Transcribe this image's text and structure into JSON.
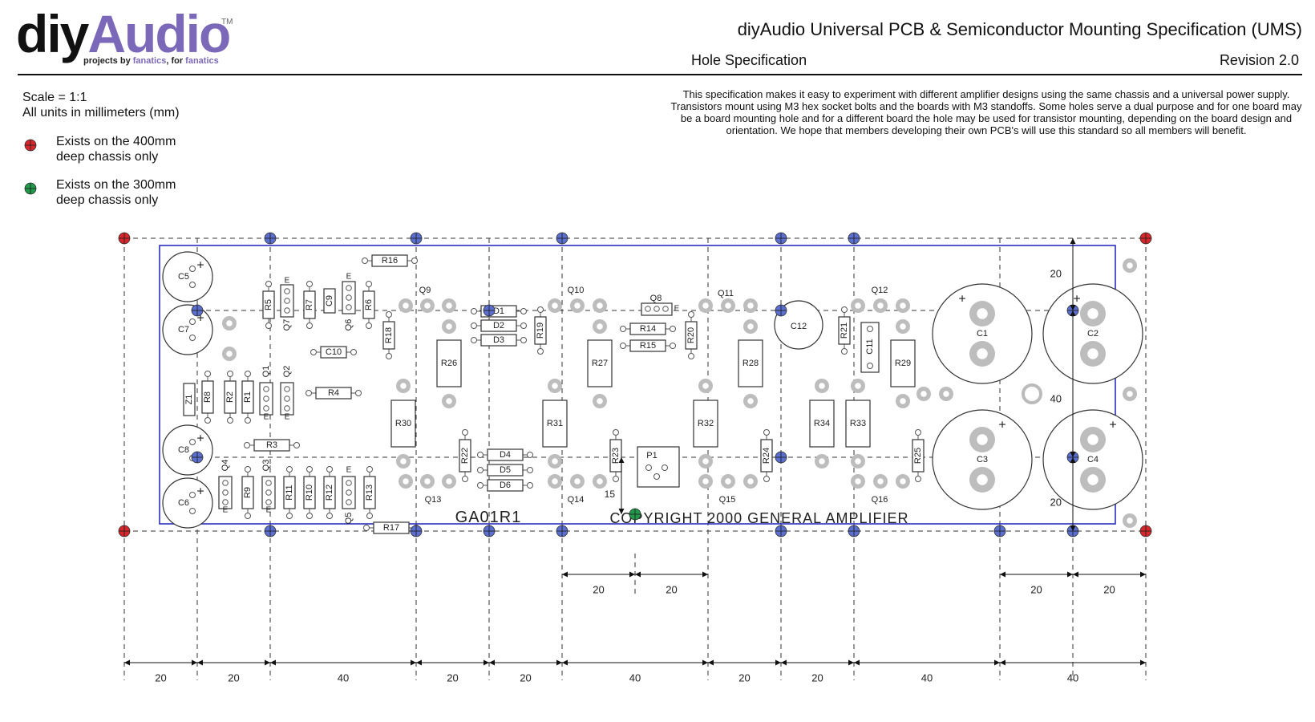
{
  "logo": {
    "diy": "diy",
    "audio": "Audio",
    "tm": "TM",
    "tag_prefix": "projects by ",
    "tag_fanatics1": "fanatics",
    "tag_mid": ", for ",
    "tag_fanatics2": "fanatics"
  },
  "header": {
    "title": "diyAudio Universal PCB & Semiconductor Mounting Specification (UMS)",
    "subtitle": "Hole Specification",
    "revision": "Revision 2.0"
  },
  "scale": {
    "line1": "Scale = 1:1",
    "line2": "All units in millimeters (mm)"
  },
  "legend": [
    {
      "color": "#d8262a",
      "line1": "Exists on the 400mm",
      "line2": "deep chassis only"
    },
    {
      "color": "#1e9a4a",
      "line1": "Exists on the 300mm",
      "line2": "deep chassis only"
    }
  ],
  "description": "This specification makes it easy to experiment with different amplifier designs using the same chassis and a universal power supply. Transistors mount using M3 hex socket bolts and the boards with M3 standoffs. Some holes serve a dual purpose and for one board may be a board mounting hole and for a different board the hole may be used for transistor mounting, depending on the board design and orientation. We hope that members developing their own PCB's will use this standard so all members will benefit.",
  "colors": {
    "red_hole": "#d8262a",
    "green_hole": "#1e9a4a",
    "blue_hole": "#5a6fd0",
    "board_outline": "#2a2fc0",
    "pad": "#bdbdbd"
  },
  "pcb": {
    "board_text": "GA01R1",
    "copyright": "COPYRIGHT 2000 GENERAL AMPLIFIER",
    "resistors_h": [
      "R16",
      "D1",
      "D2",
      "D3",
      "R14",
      "R15",
      "C10",
      "R4",
      "R3",
      "D4",
      "D5",
      "D6",
      "R17"
    ],
    "resistors_v_small": [
      "R5",
      "R7",
      "R6",
      "R18",
      "R19",
      "R20",
      "R21",
      "R8",
      "R2",
      "R1",
      "R9",
      "R11",
      "R10",
      "R12",
      "R13",
      "R22",
      "R23",
      "R24",
      "R25"
    ],
    "resistors_v_big": [
      "R26",
      "R27",
      "R28",
      "R29",
      "R30",
      "R31",
      "R32",
      "R34",
      "R33"
    ],
    "small_caps": [
      "C5",
      "C7",
      "C8",
      "C6"
    ],
    "big_caps": [
      "C1",
      "C2",
      "C3",
      "C4"
    ],
    "transistor_labels": [
      "Q9",
      "Q10",
      "Q8",
      "Q11",
      "Q12",
      "Q13",
      "Q14",
      "Q15",
      "Q16",
      "Q1",
      "Q2",
      "Q3",
      "Q4",
      "Q5",
      "Q6",
      "Q7",
      "C9",
      "Z1",
      "C11",
      "C12",
      "P1"
    ],
    "e_mark": "E",
    "plus": "+"
  },
  "dims": {
    "bottom_segments": [
      "20",
      "20",
      "40",
      "20",
      "20",
      "40",
      "20",
      "20",
      "40",
      "40"
    ],
    "mid_left": [
      "20",
      "20"
    ],
    "mid_right": [
      "20",
      "20"
    ],
    "right_vertical": [
      "20",
      "40",
      "20"
    ],
    "offset_15": "15"
  }
}
